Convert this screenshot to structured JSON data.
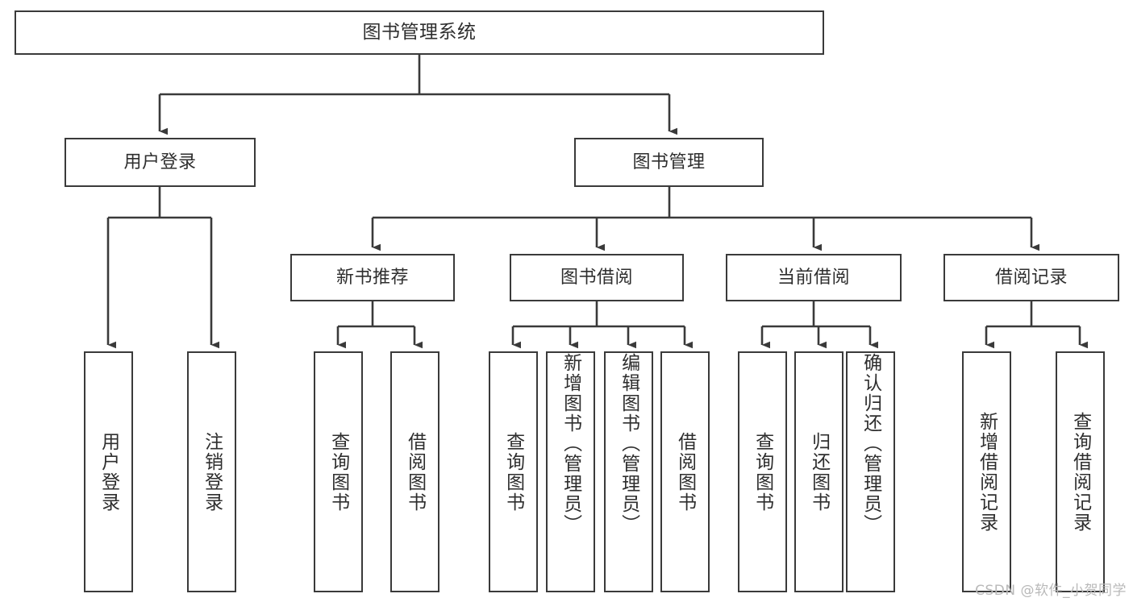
{
  "diagram": {
    "type": "tree-hierarchy-chart",
    "title": "图书管理系统",
    "stroke_color": "#3a3a3a",
    "text_color": "#2e2e2e",
    "background_color": "#ffffff",
    "watermark": "CSDN @软件_小贺同学",
    "nodes": {
      "root": {
        "label": "图书管理系统",
        "level": 1
      },
      "l2": [
        {
          "id": "user-login",
          "label": "用户登录",
          "level": 2
        },
        {
          "id": "book-manage",
          "label": "图书管理",
          "level": 2
        }
      ],
      "l3": [
        {
          "id": "new-book-recommend",
          "label": "新书推荐",
          "level": 3,
          "parent": "book-manage"
        },
        {
          "id": "book-borrow",
          "label": "图书借阅",
          "level": 3,
          "parent": "book-manage"
        },
        {
          "id": "current-borrow",
          "label": "当前借阅",
          "level": 3,
          "parent": "book-manage"
        },
        {
          "id": "borrow-record",
          "label": "借阅记录",
          "level": 3,
          "parent": "book-manage"
        }
      ],
      "leaves": [
        {
          "id": "leaf-user-login",
          "label": "用户登录",
          "parent": "user-login"
        },
        {
          "id": "leaf-user-logout",
          "label": "注销登录",
          "parent": "user-login"
        },
        {
          "id": "leaf-query-book-1",
          "label": "查询图书",
          "parent": "new-book-recommend"
        },
        {
          "id": "leaf-borrow-book-1",
          "label": "借阅图书",
          "parent": "new-book-recommend"
        },
        {
          "id": "leaf-query-book-2",
          "label": "查询图书",
          "parent": "book-borrow"
        },
        {
          "id": "leaf-add-book",
          "label": "新增图书（管理员）",
          "parent": "book-borrow"
        },
        {
          "id": "leaf-edit-book",
          "label": "编辑图书（管理员）",
          "parent": "book-borrow"
        },
        {
          "id": "leaf-borrow-book-2",
          "label": "借阅图书",
          "parent": "book-borrow"
        },
        {
          "id": "leaf-query-book-3",
          "label": "查询图书",
          "parent": "current-borrow"
        },
        {
          "id": "leaf-return-book",
          "label": "归还图书",
          "parent": "current-borrow"
        },
        {
          "id": "leaf-confirm-return",
          "label": "确认归还（管理员）",
          "parent": "current-borrow"
        },
        {
          "id": "leaf-add-record",
          "label": "新增借阅记录",
          "parent": "borrow-record"
        },
        {
          "id": "leaf-query-record",
          "label": "查询借阅记录",
          "parent": "borrow-record"
        }
      ]
    }
  }
}
